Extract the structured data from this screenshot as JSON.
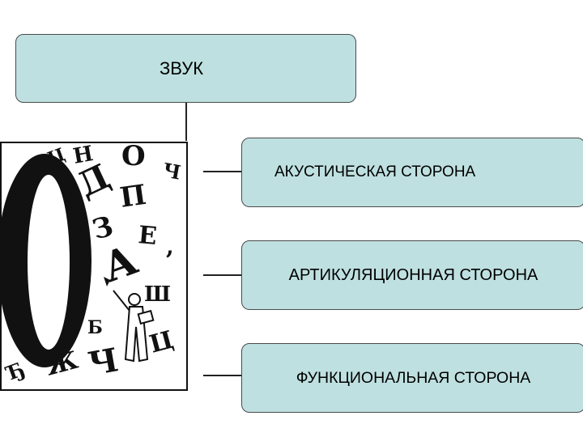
{
  "root": {
    "label": "ЗВУК"
  },
  "children": [
    {
      "label": "АКУСТИЧЕСКАЯ СТОРОНА"
    },
    {
      "label": "АРТИКУЛЯЦИОННАЯ СТОРОНА"
    },
    {
      "label": "ФУНКЦИОНАЛЬНАЯ СТОРОНА"
    }
  ],
  "colors": {
    "box_fill": "#bfe0e0",
    "box_border": "#4a4a4a"
  },
  "illustration": {
    "icon": "letters-collage-illustration"
  }
}
